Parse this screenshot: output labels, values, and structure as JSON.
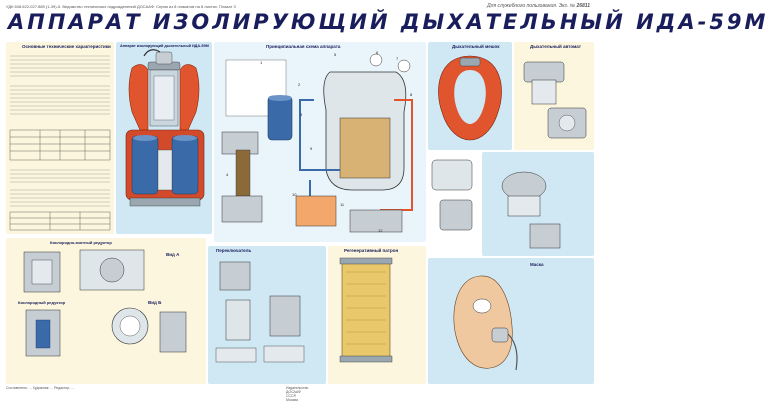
{
  "header": {
    "top_left_note": "УДК 608.622-027.889 (1-39)-5. Ведомство технических подразделений ДОСААФ. Серия из 8 плакатов на 8 листах. Плакат 3",
    "top_right_note": "Для служебного пользования. Экз. №",
    "sheet_number": "26811",
    "title": "Аппарат изолирующий дыхательный ИДА-59М"
  },
  "sections": {
    "specs_title": "Основные технические характеристики",
    "device_title": "Аппарат изолирующий дыхательный ИДА-59М",
    "scheme_title": "Принципиальная схема аппарата",
    "bag_title": "Дыхательный мешок",
    "automat_title": "Дыхательный автомат",
    "reducer_title": "Кислородно-азотный редуктор",
    "o2_reducer_title": "Кислородный редуктор",
    "view_a": "Вид А",
    "view_b": "Вид Б",
    "switch_title": "Переключатель",
    "cartridge_title": "Регенеративный патрон",
    "mask_title": "Маска"
  },
  "footer": {
    "left_note": "Составитель: ... Художник: ... Редактор: ...",
    "center_note": "Издательство ДОСААФ СССР, Москва"
  },
  "colors": {
    "title": "#1a1d5c",
    "bag_red": "#e0552d",
    "panel_blue": "#c9e4f2",
    "panel_yellow": "#f3e7a6",
    "steel": "#9aa7b0",
    "cartridge": "#e8c86a"
  }
}
